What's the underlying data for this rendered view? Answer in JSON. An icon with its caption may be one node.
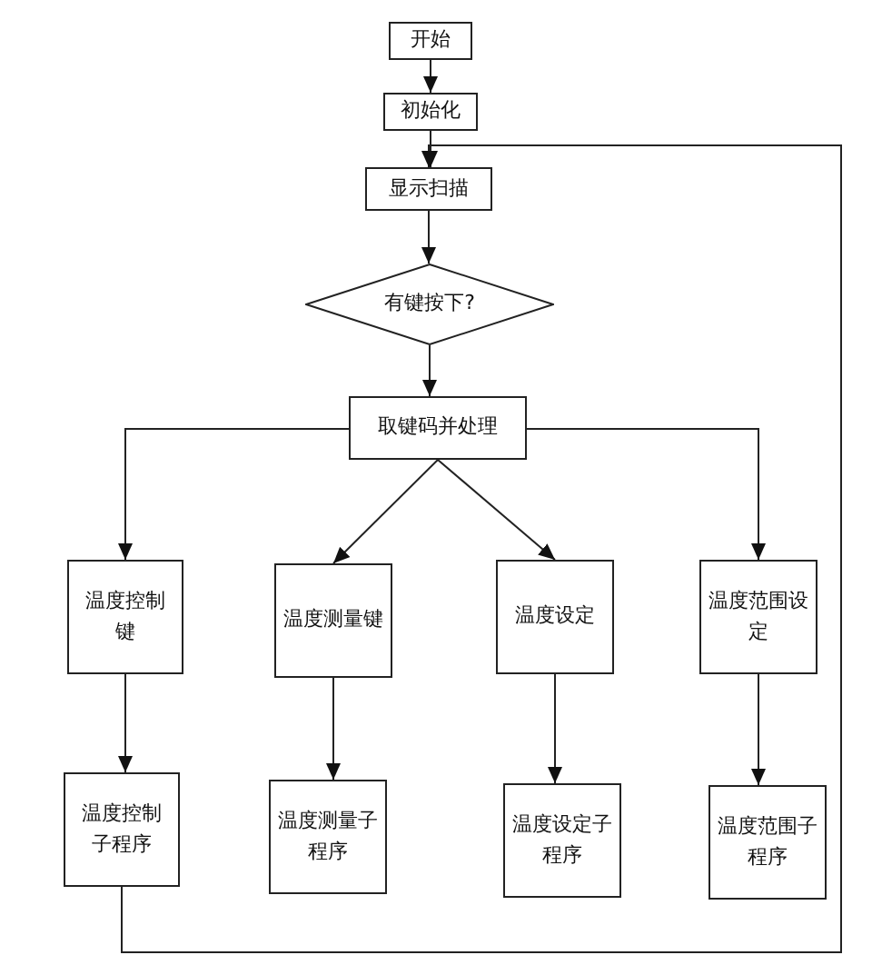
{
  "diagram": {
    "nodes": [
      {
        "text": [
          "开始"
        ]
      },
      {
        "text": [
          "初始化"
        ]
      },
      {
        "text": [
          "显示扫描"
        ]
      },
      {
        "text": [
          "有键按下?"
        ]
      },
      {
        "text": [
          "取键码并处理"
        ]
      },
      {
        "text": [
          "温度控制键"
        ]
      },
      {
        "text": [
          "温度测量键"
        ]
      },
      {
        "text": [
          "温度设定"
        ]
      },
      {
        "text": [
          "温度范围设定"
        ]
      },
      {
        "text": [
          "温度控制子程序"
        ]
      },
      {
        "text": [
          "温度测量子程序"
        ]
      },
      {
        "text": [
          "温度设定子程序"
        ]
      },
      {
        "text": [
          "温度范围子程序"
        ]
      }
    ],
    "edges": [
      {
        "from": 0,
        "to": 1,
        "arrow": "to"
      },
      {
        "from": 1,
        "to": 2,
        "arrow": "to"
      },
      {
        "from": 2,
        "to": 3,
        "arrow": "to"
      },
      {
        "from": 3,
        "to": 4,
        "arrow": "to"
      },
      {
        "from": 4,
        "to": 5,
        "arrow": "to"
      },
      {
        "from": 4,
        "to": 6,
        "arrow": "to"
      },
      {
        "from": 4,
        "to": 7,
        "arrow": "to"
      },
      {
        "from": 4,
        "to": 8,
        "arrow": "to"
      },
      {
        "from": 5,
        "to": 9,
        "arrow": "to"
      },
      {
        "from": 6,
        "to": 10,
        "arrow": "to"
      },
      {
        "from": 7,
        "to": 11,
        "arrow": "to"
      },
      {
        "from": 8,
        "to": 12,
        "arrow": "to"
      },
      {
        "from": 9,
        "to": 2,
        "arrow": "to"
      }
    ]
  }
}
